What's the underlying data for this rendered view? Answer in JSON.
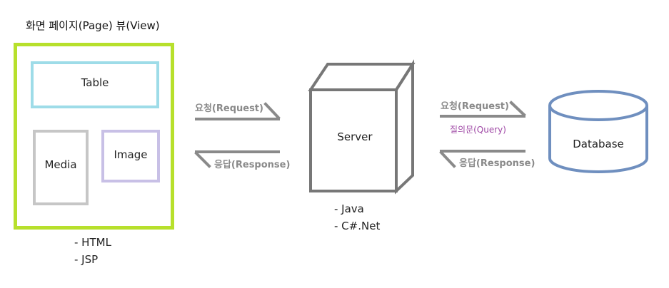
{
  "title": "화면  페이지(Page)  뷰(View)",
  "page_components": {
    "table": "Table",
    "media": "Media",
    "image": "Image"
  },
  "page_tech": [
    "- HTML",
    "- JSP"
  ],
  "server": {
    "label": "Server",
    "tech": [
      "- Java",
      "- C#.Net"
    ]
  },
  "database": {
    "label": "Database"
  },
  "arrows": {
    "request_1": "요청(Request)",
    "response_1": "응답(Response)",
    "request_2": "요청(Request)",
    "query": "질의문(Query)",
    "response_2": "응답(Response)"
  },
  "colors": {
    "page_frame": "#b7e02c",
    "table_box": "#9edce8",
    "media_box": "#c6c6c6",
    "image_box": "#c8c0e6",
    "server_box": "#777777",
    "database": "#6f8fbf",
    "arrow": "#8a8a8a",
    "query_text": "#a04aa6"
  }
}
